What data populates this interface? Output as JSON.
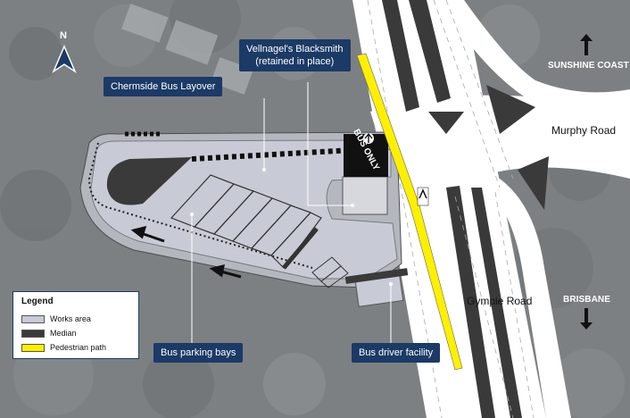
{
  "map": {
    "callouts": {
      "blacksmith": "Vellnagel's Blacksmith\n(retained in place)",
      "layover": "Chermside Bus Layover",
      "parking": "Bus parking bays",
      "driver_facility": "Bus driver facility"
    },
    "directions": {
      "north_up": "SUNSHINE COAST",
      "south_down": "BRISBANE"
    },
    "roads": {
      "murphy": "Murphy Road",
      "gympie": "Gympie Road"
    },
    "north_label": "N",
    "bus_only_marking": "BUS ONLY",
    "legend": {
      "title": "Legend",
      "items": [
        {
          "label": "Works area",
          "color": "#c8cbd6"
        },
        {
          "label": "Median",
          "color": "#3a3a3a"
        },
        {
          "label": "Pedestrian path",
          "color": "#ffef00"
        }
      ]
    },
    "colors": {
      "callout_bg": "#1b3a66",
      "works_area": "#c8cbd6",
      "median": "#3a3a3a",
      "pedestrian_path": "#ffef00",
      "road": "#ffffff"
    }
  }
}
